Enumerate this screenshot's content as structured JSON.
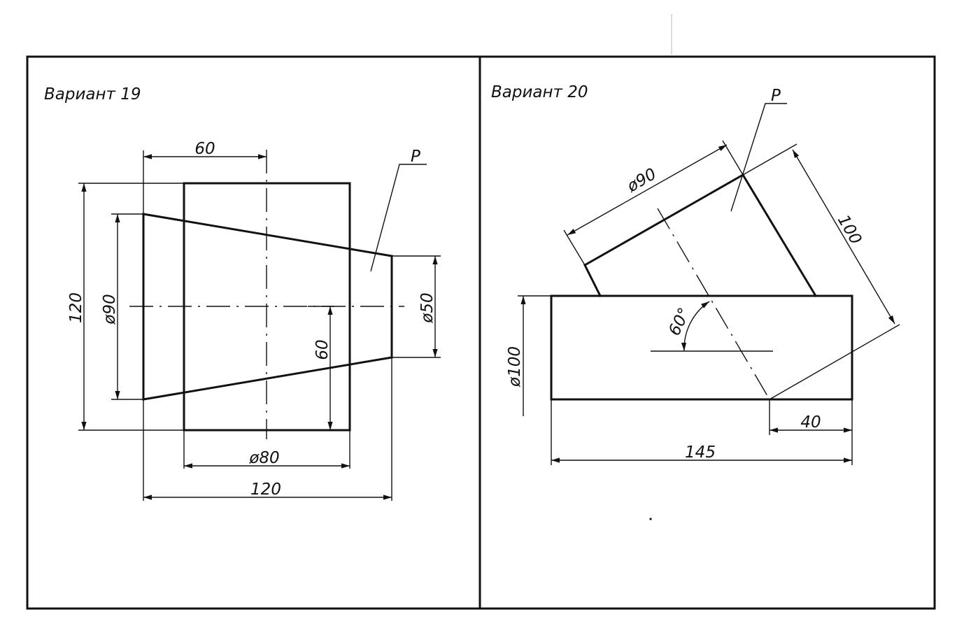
{
  "variant19": {
    "title": "Вариант 19",
    "plane": "P",
    "dims": {
      "top_width": "60",
      "total_height": "120",
      "big_diameter": "ø90",
      "small_diameter": "ø50",
      "inner_height": "60",
      "cylinder_diameter": "ø80",
      "total_width": "120"
    }
  },
  "variant20": {
    "title": "Вариант 20",
    "plane": "P",
    "dims": {
      "branch_diameter": "ø90",
      "branch_length": "100",
      "angle": "60°",
      "main_diameter": "ø100",
      "offset": "40",
      "total_length": "145"
    }
  }
}
